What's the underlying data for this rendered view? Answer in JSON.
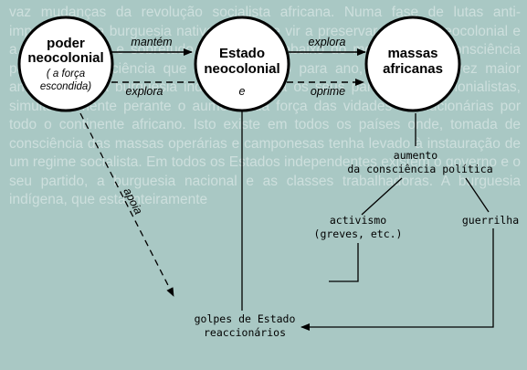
{
  "background_text": "vaz mudanças da revolução socialista africana. Numa fase de lutas anti-imperialistas, a burguesia nativa consegue vir a preservar o poder neocolonial e a encobrir isso, e sobretudo devido por debaixo do movimento. A consciência política, a consciência que cresce de ano para ano, revela cada vez maior ameaça para a burguesia indígena e para os seus parceiros neocolonialistas, simultaneamente perante o aumento da força das vidades revolucionárias por todo o continente africano. Isto existe em todos os países onde, tomada de consciência das massas operárias e camponesas tenha levado à instauração de um regime socialista. Em todos os Estados independentes existem o governo e o seu partido, a burguesia nacional e as classes trabalhadoras. A burguesia indígena, que está inteiramente",
  "colors": {
    "background": "#a9c8c4",
    "node_fill": "#ffffff",
    "stroke": "#000000"
  },
  "nodes": {
    "poder": {
      "line1": "poder",
      "line2": "neocolonial",
      "sub1": "( a força",
      "sub2": "escondida)"
    },
    "estado": {
      "line1": "Estado",
      "line2": "neocolonial"
    },
    "massas": {
      "line1": "massas",
      "line2": "africanas"
    }
  },
  "edges": {
    "mantem": "mantém",
    "explora_top": "explora",
    "explora_bottom": "explora",
    "e": "e",
    "oprime": "oprime",
    "apoia": "apoia"
  },
  "labels": {
    "aumento1": "aumento",
    "aumento2": "da consciência política",
    "activismo1": "activismo",
    "activismo2": "(greves, etc.)",
    "guerrilha": "guerrilha",
    "golpes1": "golpes de Estado",
    "golpes2": "reaccionários"
  }
}
